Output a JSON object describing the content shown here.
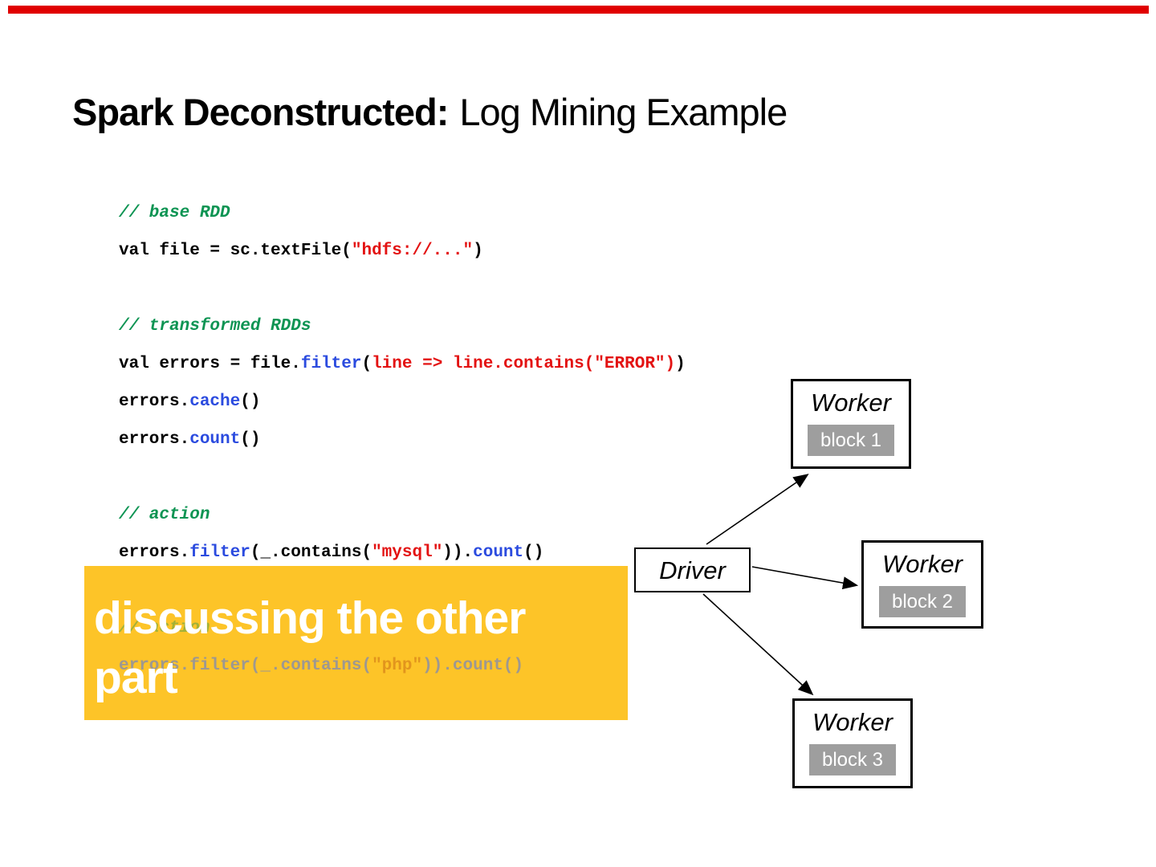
{
  "title": {
    "bold": "Spark Deconstructed:",
    "regular": "Log Mining Example"
  },
  "colors": {
    "accent_bar": "#e00000",
    "comment_green": "#0e9453",
    "keyword_blue": "#2b4bdf",
    "string_red": "#e31212",
    "plain_black": "#000000",
    "callout_yellow": "#fdc428",
    "block_chip_gray": "#9e9e9e",
    "faded_code_gray": "#9e9890",
    "faded_string_orange": "#e2951d"
  },
  "code": {
    "main_lines": [
      {
        "segments": [
          {
            "text": "// base RDD",
            "type": "comment"
          }
        ]
      },
      {
        "segments": [
          {
            "text": "val file = sc.textFile(",
            "type": "plain"
          },
          {
            "text": "\"hdfs://...\"",
            "type": "string"
          },
          {
            "text": ")",
            "type": "plain"
          }
        ]
      },
      {
        "segments": []
      },
      {
        "segments": [
          {
            "text": "// transformed RDDs",
            "type": "comment"
          }
        ]
      },
      {
        "segments": [
          {
            "text": "val errors = file.",
            "type": "plain"
          },
          {
            "text": "filter",
            "type": "keyword"
          },
          {
            "text": "(",
            "type": "plain"
          },
          {
            "text": "line => line.contains(\"ERROR\")",
            "type": "string"
          },
          {
            "text": ")",
            "type": "plain"
          }
        ]
      },
      {
        "segments": [
          {
            "text": "errors.",
            "type": "plain"
          },
          {
            "text": "cache",
            "type": "keyword"
          },
          {
            "text": "()",
            "type": "plain"
          }
        ]
      },
      {
        "segments": [
          {
            "text": "errors.",
            "type": "plain"
          },
          {
            "text": "count",
            "type": "keyword"
          },
          {
            "text": "()",
            "type": "plain"
          }
        ]
      },
      {
        "segments": []
      },
      {
        "segments": [
          {
            "text": "// action",
            "type": "comment"
          }
        ]
      },
      {
        "segments": [
          {
            "text": "errors.",
            "type": "plain"
          },
          {
            "text": "filter",
            "type": "keyword"
          },
          {
            "text": "(_.contains(",
            "type": "plain"
          },
          {
            "text": "\"mysql\"",
            "type": "string"
          },
          {
            "text": ")).",
            "type": "plain"
          },
          {
            "text": "count",
            "type": "keyword"
          },
          {
            "text": "()",
            "type": "plain"
          }
        ]
      }
    ],
    "faded_lines": [
      {
        "segments": [
          {
            "text": "// action",
            "type": "faded_comment"
          }
        ]
      },
      {
        "segments": [
          {
            "text": "errors.filter(_.contains(",
            "type": "faded_plain"
          },
          {
            "text": "\"php\"",
            "type": "faded_string"
          },
          {
            "text": ")).count()",
            "type": "faded_plain"
          }
        ]
      }
    ]
  },
  "overlay": {
    "line1": "discussing the other",
    "line2": "part"
  },
  "diagram": {
    "driver": {
      "label": "Driver"
    },
    "workers": [
      {
        "label": "Worker",
        "block": "block 1"
      },
      {
        "label": "Worker",
        "block": "block 2"
      },
      {
        "label": "Worker",
        "block": "block 3"
      }
    ]
  }
}
